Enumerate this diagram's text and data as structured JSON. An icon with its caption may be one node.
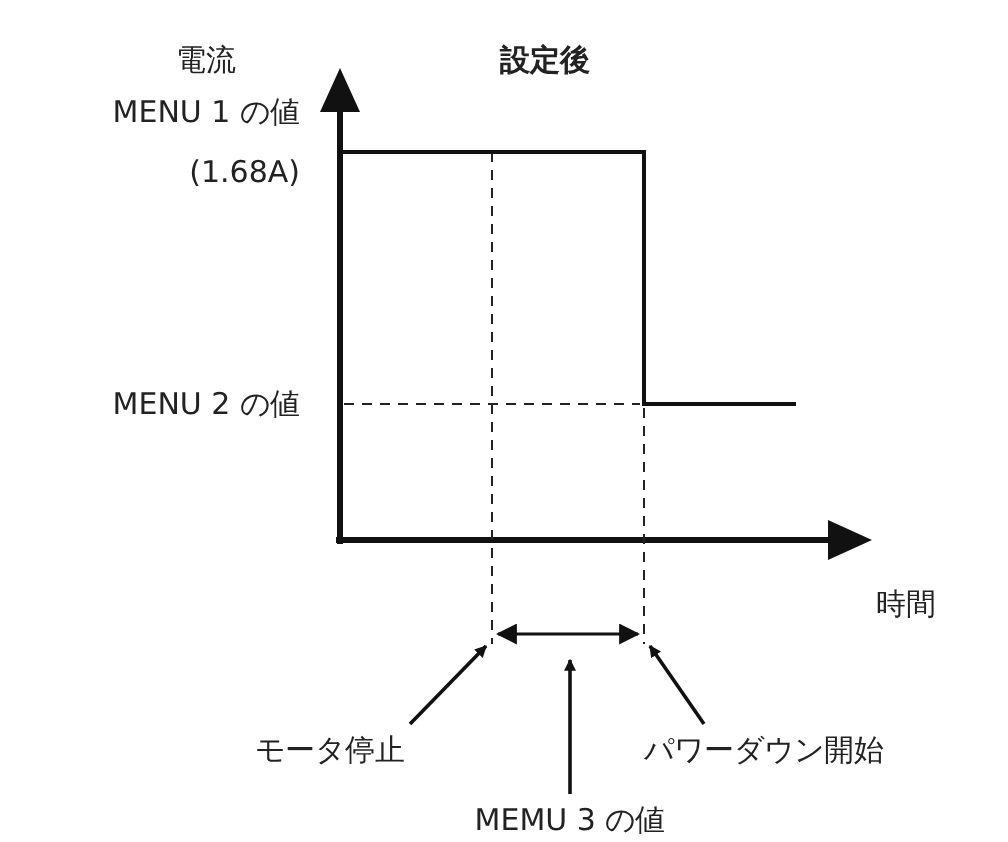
{
  "diagram": {
    "title": "設定後",
    "nodes": [
      {
        "text": [
          "モータ停止"
        ]
      },
      {
        "text": [
          "パワーダウン開始"
        ]
      },
      {
        "text": [
          "MEMU 3 の値"
        ]
      }
    ],
    "edges": [
      {
        "from": 0,
        "to": null,
        "arrow": "to"
      },
      {
        "from": 1,
        "to": null,
        "arrow": "to"
      },
      {
        "from": 2,
        "to": null,
        "arrow": "to"
      }
    ],
    "labels": [
      "電流",
      "MENU 1 の値",
      "(1.68A)",
      "MENU 2 の値",
      "時間"
    ]
  }
}
